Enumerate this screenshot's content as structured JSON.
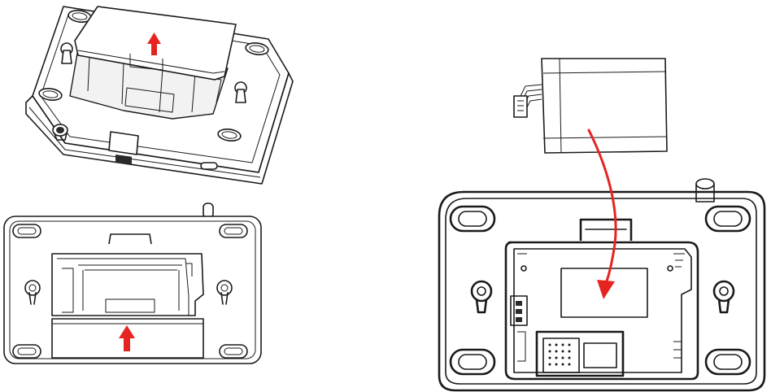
{
  "diagram": {
    "steps": [
      {
        "id": "step-1",
        "description_icon": "device-iso-cover-lifted"
      },
      {
        "id": "step-2",
        "description_icon": "device-back-cover-slide-up"
      },
      {
        "id": "step-3",
        "description_icon": "device-battery-insert"
      }
    ],
    "colors": {
      "line": "#1a1a1a",
      "arrow": "#e52421",
      "background": "#ffffff"
    },
    "icons": [
      "up-arrow-icon",
      "up-arrow-icon",
      "curved-arrow-icon"
    ]
  }
}
